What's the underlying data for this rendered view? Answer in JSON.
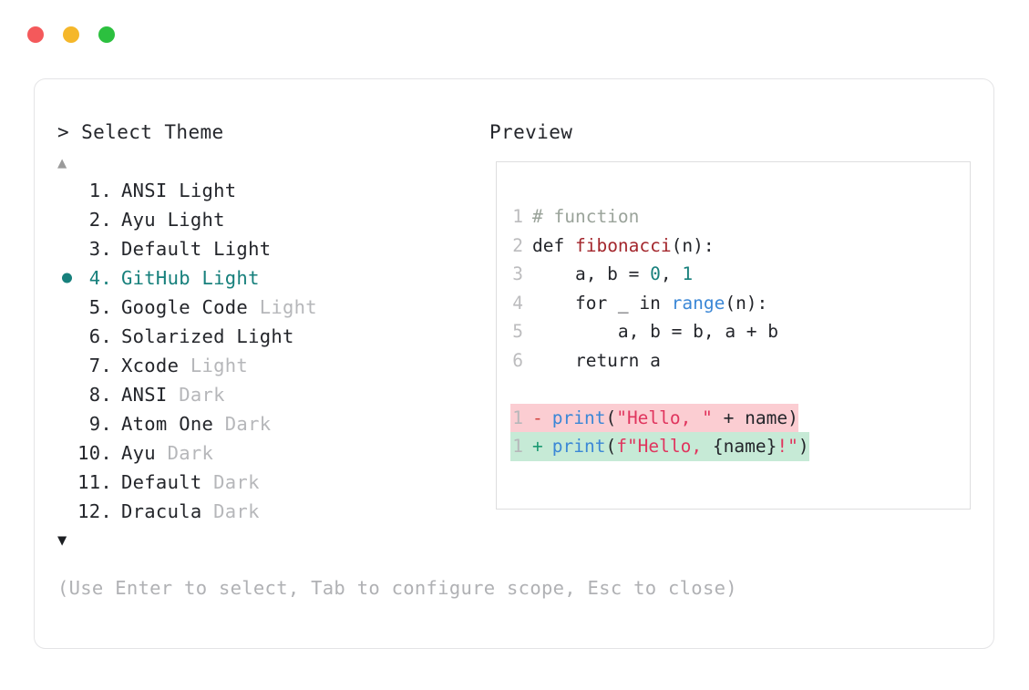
{
  "window": {
    "traffic_lights": [
      {
        "name": "close",
        "color": "#f4595b"
      },
      {
        "name": "minimize",
        "color": "#f5b72a"
      },
      {
        "name": "maximize",
        "color": "#2cc03f"
      }
    ]
  },
  "panel": {
    "prompt_title": "> Select Theme",
    "preview_title": "Preview",
    "scroll_up_glyph": "▲",
    "scroll_down_glyph": "▼",
    "selected_index": 4,
    "selected_color": "#17807c",
    "bullet_glyph": "●",
    "hint": "(Use Enter to select, Tab to configure scope, Esc to close)"
  },
  "themes": [
    {
      "num": "1.",
      "name": "ANSI",
      "suffix": "Light",
      "suffix_muted": false,
      "selected": false
    },
    {
      "num": "2.",
      "name": "Ayu",
      "suffix": "Light",
      "suffix_muted": false,
      "selected": false
    },
    {
      "num": "3.",
      "name": "Default",
      "suffix": "Light",
      "suffix_muted": false,
      "selected": false
    },
    {
      "num": "4.",
      "name": "GitHub",
      "suffix": "Light",
      "suffix_muted": false,
      "selected": true
    },
    {
      "num": "5.",
      "name": "Google Code",
      "suffix": "Light",
      "suffix_muted": true,
      "selected": false
    },
    {
      "num": "6.",
      "name": "Solarized",
      "suffix": "Light",
      "suffix_muted": false,
      "selected": false
    },
    {
      "num": "7.",
      "name": "Xcode",
      "suffix": "Light",
      "suffix_muted": true,
      "selected": false
    },
    {
      "num": "8.",
      "name": "ANSI",
      "suffix": "Dark",
      "suffix_muted": true,
      "selected": false
    },
    {
      "num": "9.",
      "name": "Atom One",
      "suffix": "Dark",
      "suffix_muted": true,
      "selected": false
    },
    {
      "num": "10.",
      "name": "Ayu",
      "suffix": "Dark",
      "suffix_muted": true,
      "selected": false
    },
    {
      "num": "11.",
      "name": "Default",
      "suffix": "Dark",
      "suffix_muted": true,
      "selected": false
    },
    {
      "num": "12.",
      "name": "Dracula",
      "suffix": "Dark",
      "suffix_muted": true,
      "selected": false
    }
  ],
  "preview": {
    "code_lines": [
      {
        "ln": "1",
        "tokens": [
          {
            "t": "# function",
            "c": "comment"
          }
        ]
      },
      {
        "ln": "2",
        "tokens": [
          {
            "t": "def ",
            "c": "plain"
          },
          {
            "t": "fibonacci",
            "c": "fn"
          },
          {
            "t": "(n):",
            "c": "punc"
          }
        ]
      },
      {
        "ln": "3",
        "tokens": [
          {
            "t": "    a, b = ",
            "c": "plain"
          },
          {
            "t": "0",
            "c": "num"
          },
          {
            "t": ", ",
            "c": "plain"
          },
          {
            "t": "1",
            "c": "num"
          }
        ]
      },
      {
        "ln": "4",
        "tokens": [
          {
            "t": "    for _ in ",
            "c": "plain"
          },
          {
            "t": "range",
            "c": "builtin"
          },
          {
            "t": "(n):",
            "c": "punc"
          }
        ]
      },
      {
        "ln": "5",
        "tokens": [
          {
            "t": "        a, b = b, a + b",
            "c": "plain"
          }
        ]
      },
      {
        "ln": "6",
        "tokens": [
          {
            "t": "    return a",
            "c": "plain"
          }
        ]
      }
    ],
    "diff_lines": [
      {
        "ln": "1",
        "sign": "-",
        "kind": "minus",
        "tokens": [
          {
            "t": "print",
            "c": "builtin"
          },
          {
            "t": "(",
            "c": "punc"
          },
          {
            "t": "\"Hello, \"",
            "c": "str"
          },
          {
            "t": " + name",
            "c": "plain"
          },
          {
            "t": ")",
            "c": "punc"
          }
        ]
      },
      {
        "ln": "1",
        "sign": "+",
        "kind": "plus",
        "tokens": [
          {
            "t": "print",
            "c": "builtin"
          },
          {
            "t": "(",
            "c": "punc"
          },
          {
            "t": "f\"Hello, ",
            "c": "str"
          },
          {
            "t": "{name}",
            "c": "plain"
          },
          {
            "t": "!\"",
            "c": "str"
          },
          {
            "t": ")",
            "c": "punc"
          }
        ]
      }
    ]
  }
}
